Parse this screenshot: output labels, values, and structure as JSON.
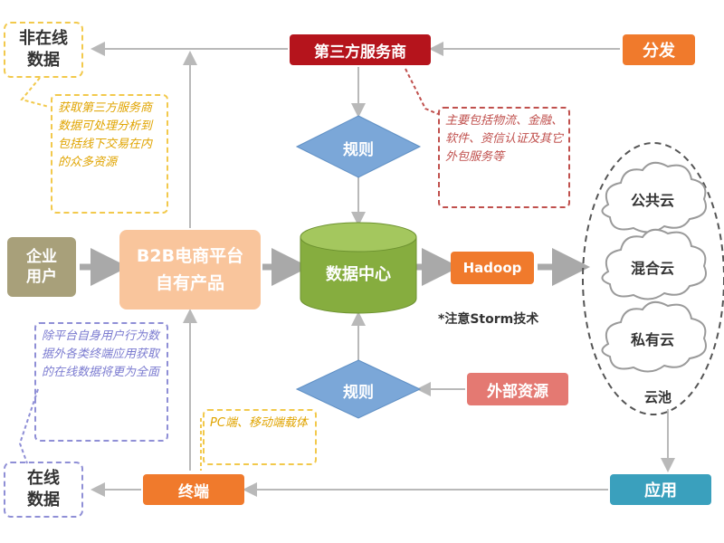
{
  "nodes": {
    "offline_data": "非在线\n数据",
    "third_party": "第三方服务商",
    "distribution": "分发",
    "enterprise_user": "企业\n用户",
    "b2b_platform": "B2B电商平台\n自有产品",
    "data_center": "数据中心",
    "hadoop": "Hadoop",
    "rule_top": "规则",
    "rule_bottom": "规则",
    "external_resources": "外部资源",
    "online_data": "在线\n数据",
    "terminal": "终端",
    "application": "应用"
  },
  "notes": {
    "offline_note": "获取第三方服务商数据可处理分析到包括线下交易在内的众多资源",
    "third_party_note": "主要包括物流、金融、软件、资信认证及其它外包服务等",
    "online_note": "除平台自身用户行为数据外各类终端应用获取的在线数据将更为全面",
    "terminal_note": "PC端、移动端载体",
    "storm_note": "*注意Storm技术"
  },
  "clouds": {
    "public": "公共云",
    "hybrid": "混合云",
    "private": "私有云",
    "pool": "云池"
  },
  "colors": {
    "red": "#b5141c",
    "orange": "#f07a2c",
    "peach": "#f9c59c",
    "green": "#86ad3f",
    "blue": "#7ba7d8",
    "teal": "#3aa0bd",
    "olive": "#a8a07a",
    "pinkbox": "#e47972"
  }
}
